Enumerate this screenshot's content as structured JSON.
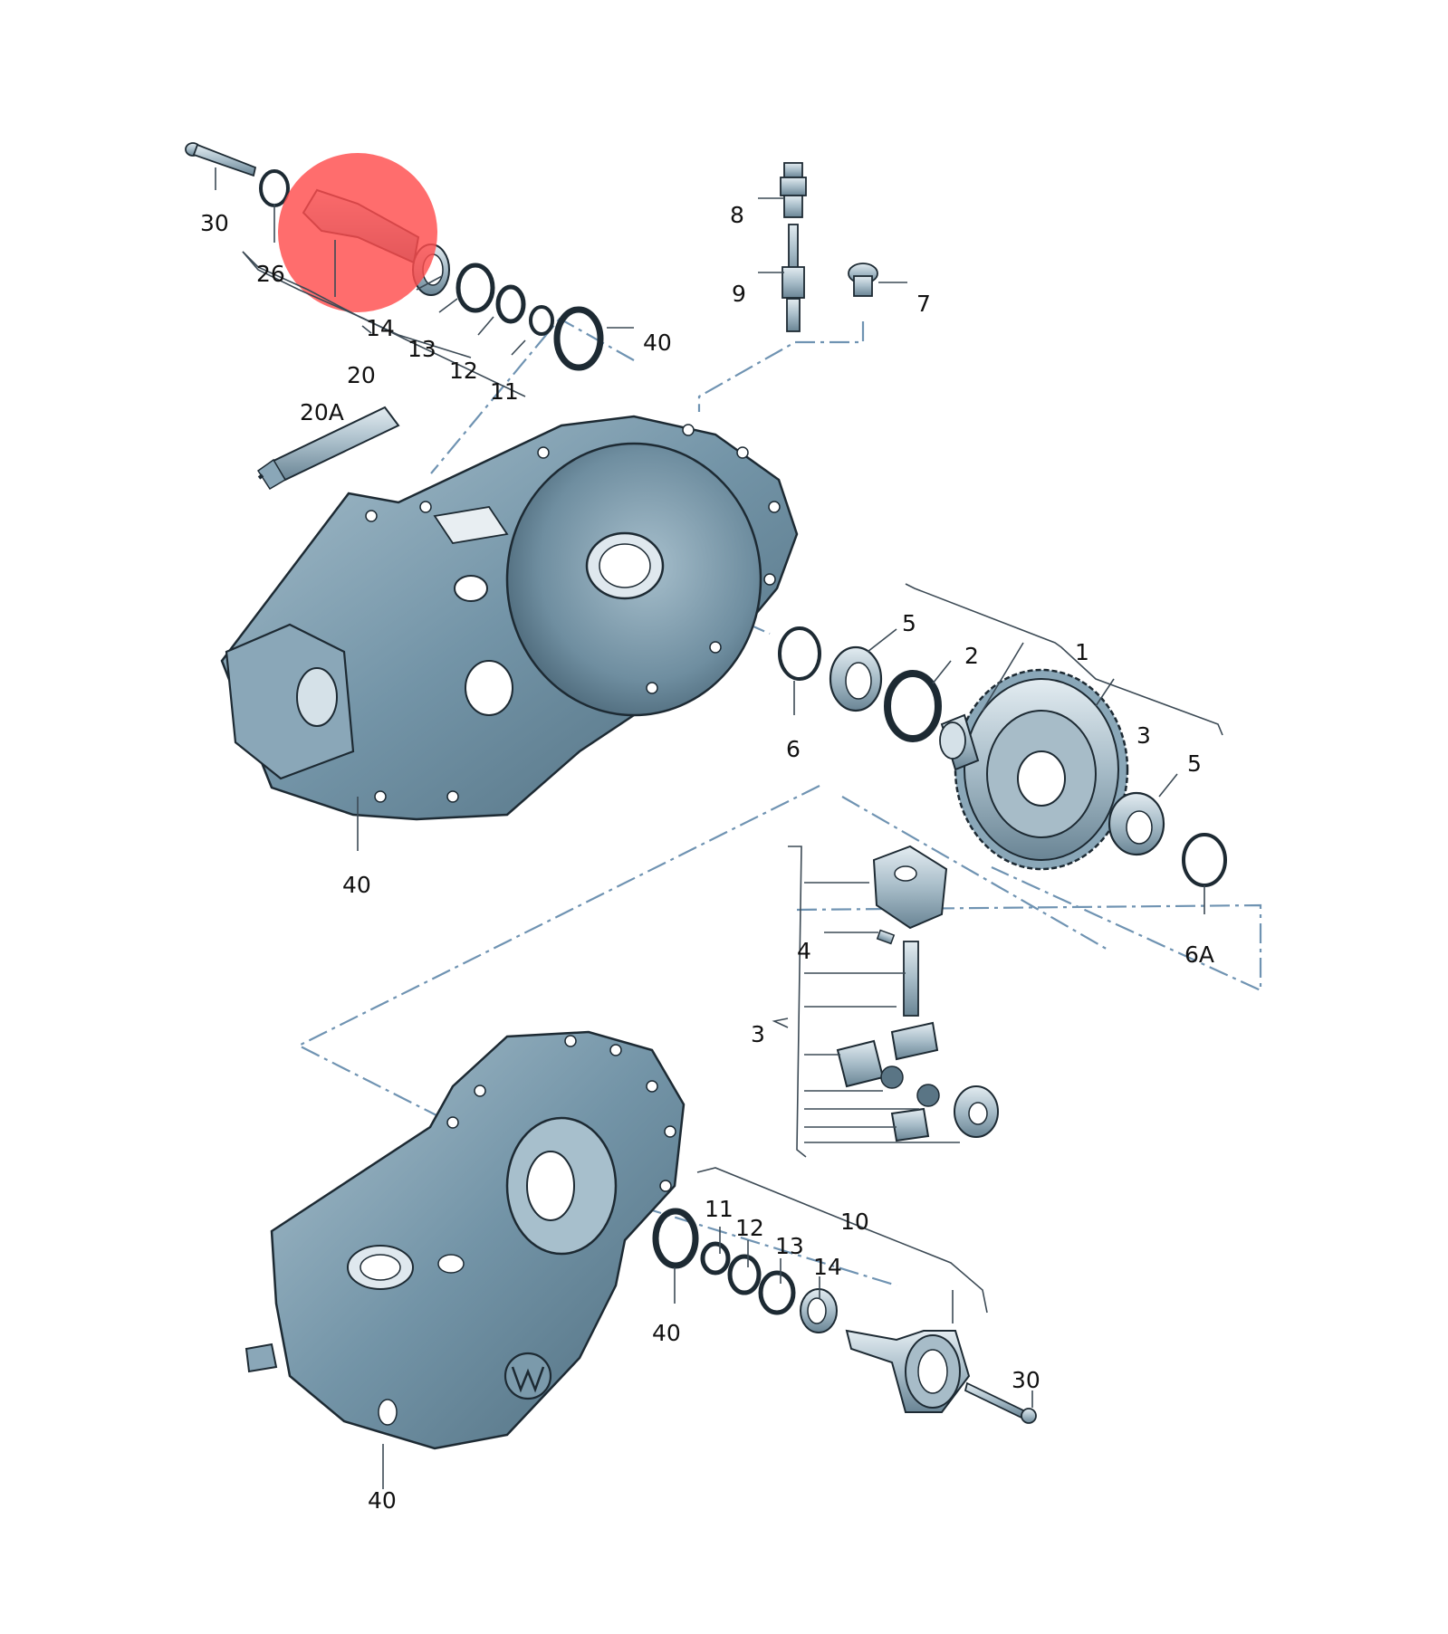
{
  "colors": {
    "housing": "#6f8ea0",
    "housing_dark": "#4f6d7e",
    "housing_light": "#9fb8c6",
    "steel": "#b7c8d2",
    "steel_dark": "#5a7585",
    "outline": "#1d2a33",
    "leader": "#3c4a55",
    "dashline": "#6f93b2",
    "highlight": "#ff4d4d",
    "label": "#111111"
  },
  "labels": {
    "l30_top": "30",
    "l26": "26",
    "l14_top": "14",
    "l13_top": "13",
    "l12_top": "12",
    "l11_top": "11",
    "l20": "20",
    "l40_top": "40",
    "l20a": "20A",
    "l8": "8",
    "l9": "9",
    "l7": "7",
    "l5_a": "5",
    "l2": "2",
    "l1": "1",
    "l3_gear": "3",
    "l5_b": "5",
    "l6": "6",
    "l40_mid": "40",
    "l4": "4",
    "l6a": "6A",
    "l3_diff": "3",
    "l11_bot": "11",
    "l12_bot": "12",
    "l13_bot": "13",
    "l14_bot": "14",
    "l10": "10",
    "l40_ring": "40",
    "l30_bot": "30",
    "l40_bot": "40"
  },
  "icons": {
    "highlight": "highlight-circle-icon"
  }
}
